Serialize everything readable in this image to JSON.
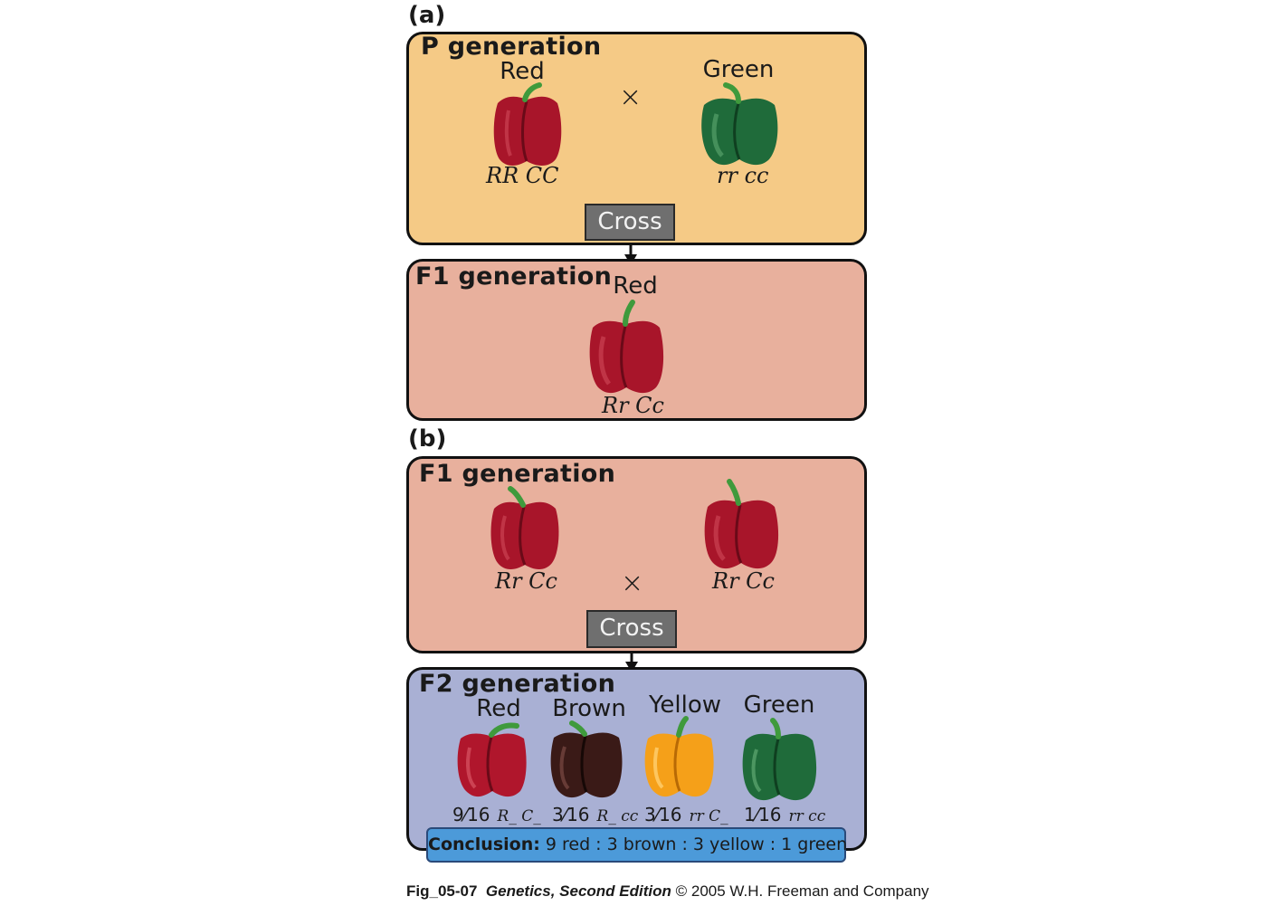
{
  "part_a": {
    "label": "(a)",
    "p_generation": {
      "title": "P generation",
      "left": {
        "phenotype": "Red",
        "genotype": "RR CC",
        "color": "#a8152a"
      },
      "right": {
        "phenotype": "Green",
        "genotype": "rr cc",
        "color": "#1f6b3a"
      },
      "cross_symbol": "×",
      "cross_label": "Cross"
    },
    "f1_generation": {
      "title": "F1 generation",
      "phenotype": "Red",
      "genotype": "Rr Cc"
    }
  },
  "part_b": {
    "label": "(b)",
    "f1_generation": {
      "title": "F1 generation",
      "left_genotype": "Rr Cc",
      "right_genotype": "Rr Cc",
      "cross_symbol": "×",
      "cross_label": "Cross"
    },
    "f2_generation": {
      "title": "F2 generation",
      "classes": [
        {
          "phenotype": "Red",
          "fraction": "9⁄16",
          "genotype": "R_ C_",
          "color": "#b0162c"
        },
        {
          "phenotype": "Brown",
          "fraction": "3⁄16",
          "genotype": "R_ cc",
          "color": "#3a1a17"
        },
        {
          "phenotype": "Yellow",
          "fraction": "3⁄16",
          "genotype": "rr C_",
          "color": "#f5a019"
        },
        {
          "phenotype": "Green",
          "fraction": "1⁄16",
          "genotype": "rr cc",
          "color": "#1f6b3a"
        }
      ],
      "conclusion_label": "Conclusion:",
      "conclusion_text": "9 red : 3 brown : 3 yellow : 1 green"
    }
  },
  "caption": {
    "fig": "Fig_05-07",
    "book": "Genetics, Second Edition",
    "rest": "© 2005 W.H. Freeman and Company"
  },
  "colors": {
    "red_pepper": "#a8152a",
    "stem": "#3f9a3c",
    "p_panel": "#f5ca86",
    "f1_panel": "#e8b09d",
    "f2_panel": "#a9b0d4",
    "conclusion": "#4c9ad9"
  }
}
